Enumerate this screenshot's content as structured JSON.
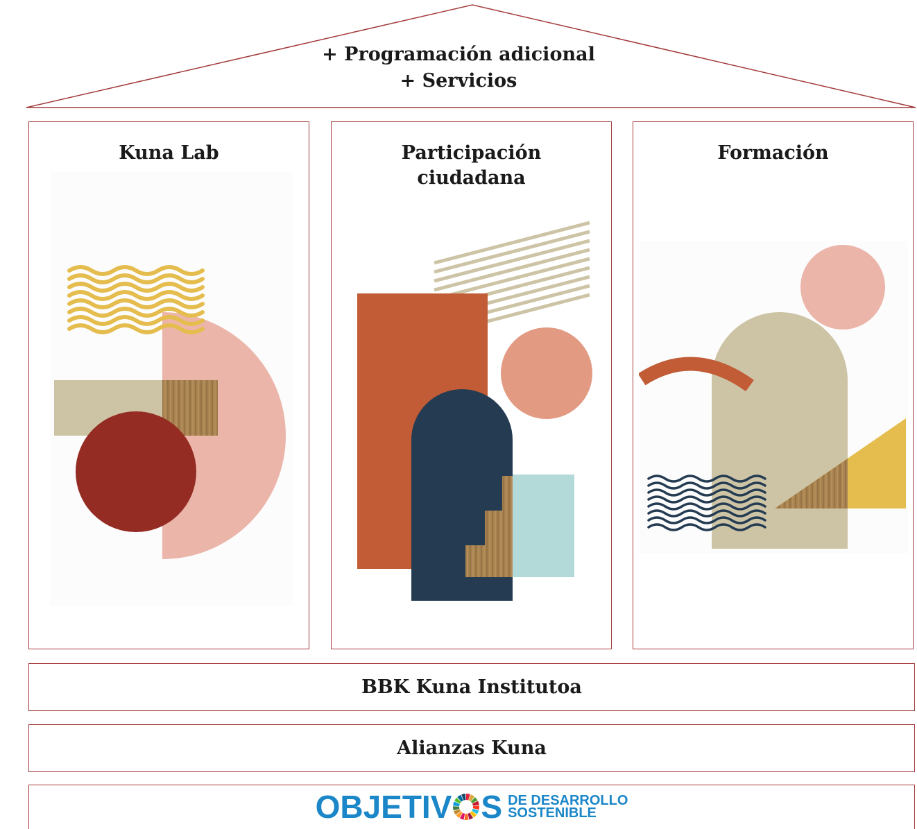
{
  "roof": {
    "line1": "+ Programación adicional",
    "line2": "+ Servicios"
  },
  "pillars": [
    {
      "title_lines": [
        "Kuna Lab"
      ]
    },
    {
      "title_lines": [
        "Participación",
        "ciudadana"
      ]
    },
    {
      "title_lines": [
        "Formación"
      ]
    }
  ],
  "bands": {
    "institute": "BBK Kuna Institutoa",
    "alliances": "Alianzas Kuna"
  },
  "sdg_logo": {
    "main_before": "OBJETIV",
    "main_after": "S",
    "sub_line1": "DE DESARROLLO",
    "sub_line2": "SOSTENIBLE",
    "color": "#1b86c8"
  },
  "colors": {
    "frame": "#a33a3a",
    "yellow": "#e5bd4e",
    "pink": "#ebb5a9",
    "beige": "#cdc4a6",
    "wood": "#a8824f",
    "dark_red": "#942c24",
    "orange": "#c15c36",
    "salmon": "#e39a83",
    "navy": "#243b52",
    "light_blue": "#b3d9d8"
  }
}
